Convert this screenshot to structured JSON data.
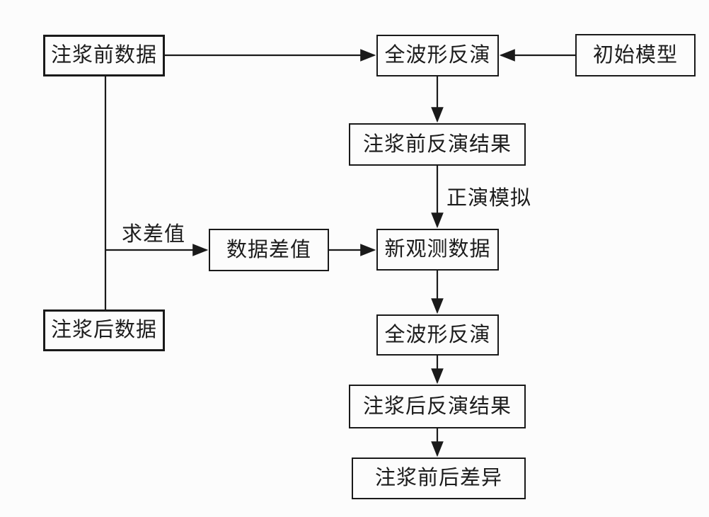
{
  "diagram": {
    "type": "flowchart",
    "nodes": {
      "pre_data": {
        "label": "注浆前数据"
      },
      "fwi_top": {
        "label": "全波形反演"
      },
      "init_model": {
        "label": "初始模型"
      },
      "pre_result": {
        "label": "注浆前反演结果"
      },
      "data_diff": {
        "label": "数据差值"
      },
      "new_obs": {
        "label": "新观测数据"
      },
      "post_data": {
        "label": "注浆后数据"
      },
      "fwi_bottom": {
        "label": "全波形反演"
      },
      "post_result": {
        "label": "注浆后反演结果"
      },
      "final_diff": {
        "label": "注浆前后差异"
      }
    },
    "edge_labels": {
      "forward_sim": "正演模拟",
      "compute_diff": "求差值"
    },
    "edges": [
      {
        "from": "pre_data",
        "to": "fwi_top",
        "label": ""
      },
      {
        "from": "init_model",
        "to": "fwi_top",
        "label": ""
      },
      {
        "from": "fwi_top",
        "to": "pre_result",
        "label": ""
      },
      {
        "from": "pre_result",
        "to": "new_obs",
        "label": "正演模拟"
      },
      {
        "from": "pre_data",
        "to": "post_data",
        "label": ""
      },
      {
        "from": "pre_data_post_data_junction",
        "to": "data_diff",
        "label": "求差值"
      },
      {
        "from": "data_diff",
        "to": "new_obs",
        "label": ""
      },
      {
        "from": "new_obs",
        "to": "fwi_bottom",
        "label": ""
      },
      {
        "from": "fwi_bottom",
        "to": "post_result",
        "label": ""
      },
      {
        "from": "post_result",
        "to": "final_diff",
        "label": ""
      }
    ],
    "colors": {
      "background": "#fcfcfc",
      "line": "#1a1a1a",
      "box_border": "#1a1a1a",
      "text": "#1c1c1c"
    }
  }
}
